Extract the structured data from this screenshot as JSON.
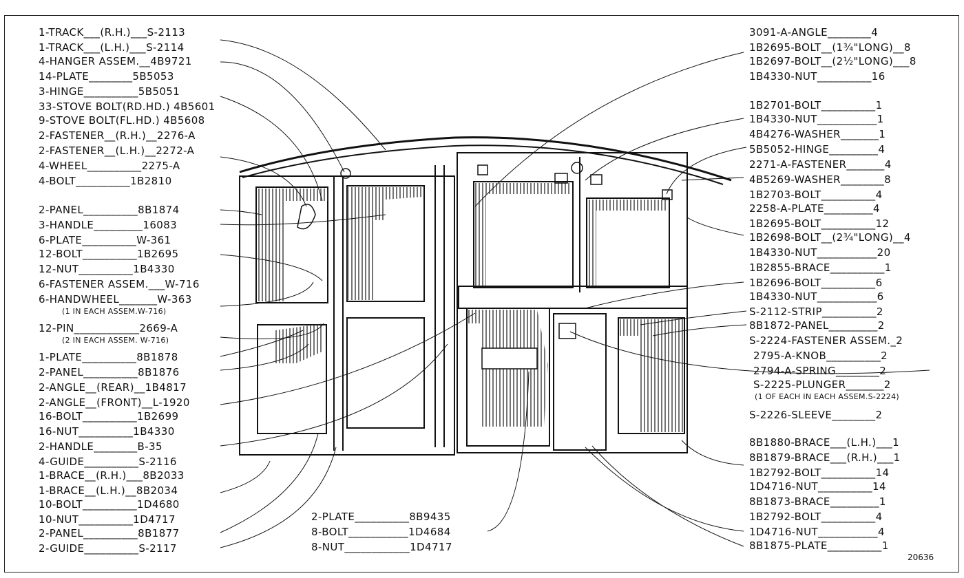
{
  "figure_number": "20636",
  "groups": {
    "left_1": [
      "1-TRACK___(R.H.)___S-2113",
      "1-TRACK___(L.H.)___S-2114"
    ],
    "left_2": [
      "33-STOVE BOLT(RD.HD.) 4B5601",
      "9-STOVE BOLT(FL.HD.) 4B5608"
    ],
    "left_3": [
      "2-FASTENER__(R.H.)__2276-A",
      "2-FASTENER__(L.H.)__2272-A",
      "4-WHEEL__________2275-A",
      "4-BOLT__________1B2810"
    ],
    "left_4": [
      "6-PLATE__________W-361",
      "12-BOLT__________1B2695",
      "12-NUT__________1B4330"
    ],
    "left_5": [
      "6-FASTENER ASSEM.___W-716",
      "6-HANDWHEEL_______W-363"
    ],
    "left_5_note": "(1 IN EACH ASSEM.W-716)",
    "left_6": [
      "12-PIN____________2669-A"
    ],
    "left_6_note": "(2 IN EACH ASSEM. W-716)",
    "left_7": [
      "2-ANGLE__(REAR)__1B4817",
      "2-ANGLE__(FRONT)__L-1920",
      "16-BOLT__________1B2699",
      "16-NUT__________1B4330"
    ],
    "left_8": [
      "1-BRACE__(R.H.)___8B2033",
      "1-BRACE__(L.H.)__8B2034",
      "10-BOLT__________1D4680",
      "10-NUT__________1D4717"
    ],
    "left_singles": {
      "hanger": "4-HANGER ASSEM.__4B9721",
      "plate_14": "14-PLATE________5B5053",
      "hinge_3": "3-HINGE__________5B5051",
      "panel_2a": "2-PANEL__________8B1874",
      "handle_3": "3-HANDLE_________16083",
      "plate_1": "1-PLATE__________8B1878",
      "panel_2b": "2-PANEL__________8B1876",
      "handle_2": "2-HANDLE________B-35",
      "guide_4": "4-GUIDE__________S-2116",
      "panel_2c": "2-PANEL__________8B1877",
      "guide_2": "2-GUIDE__________S-2117"
    },
    "bottom_center": [
      "2-PLATE__________8B9435",
      "8-BOLT___________1D4684",
      "8-NUT____________1D4717"
    ],
    "right_1": [
      "3091-A-ANGLE________4",
      "1B2695-BOLT__(1¾\"LONG)__8",
      "1B2697-BOLT__(2½\"LONG)___8",
      "1B4330-NUT__________16"
    ],
    "right_2": [
      "1B2701-BOLT__________1",
      "1B4330-NUT___________1",
      "4B4276-WASHER_______1"
    ],
    "right_hinge": "5B5052-HINGE_________4",
    "right_3": [
      "2271-A-FASTENER_______4",
      "4B5269-WASHER________8",
      "1B2703-BOLT__________4"
    ],
    "right_4": [
      "2258-A-PLATE_________4",
      "1B2695-BOLT__________12",
      "1B2698-BOLT__(2¾\"LONG)__4",
      "1B4330-NUT___________20"
    ],
    "right_5": [
      "1B2855-BRACE__________1",
      "1B2696-BOLT__________6",
      "1B4330-NUT___________6"
    ],
    "right_strip": "S-2112-STRIP__________2",
    "right_panel": "8B1872-PANEL_________2",
    "right_6": [
      "S-2224-FASTENER ASSEM._2"
    ],
    "right_7": [
      "2795-A-KNOB__________2",
      "2794-A-SPRING________2",
      "S-2225-PLUNGER_______2"
    ],
    "right_7_note": "(1 OF EACH IN EACH ASSEM.S-2224)",
    "right_8": [
      "S-2226-SLEEVE________2"
    ],
    "right_9": [
      "8B1880-BRACE___(L.H.)___1",
      "8B1879-BRACE___(R.H.)___1",
      "1B2792-BOLT__________14",
      "1D4716-NUT__________14"
    ],
    "right_10": [
      "8B1873-BRACE_________1",
      "1B2792-BOLT__________4",
      "1D4716-NUT___________4"
    ],
    "right_plate": "8B1875-PLATE__________1"
  }
}
